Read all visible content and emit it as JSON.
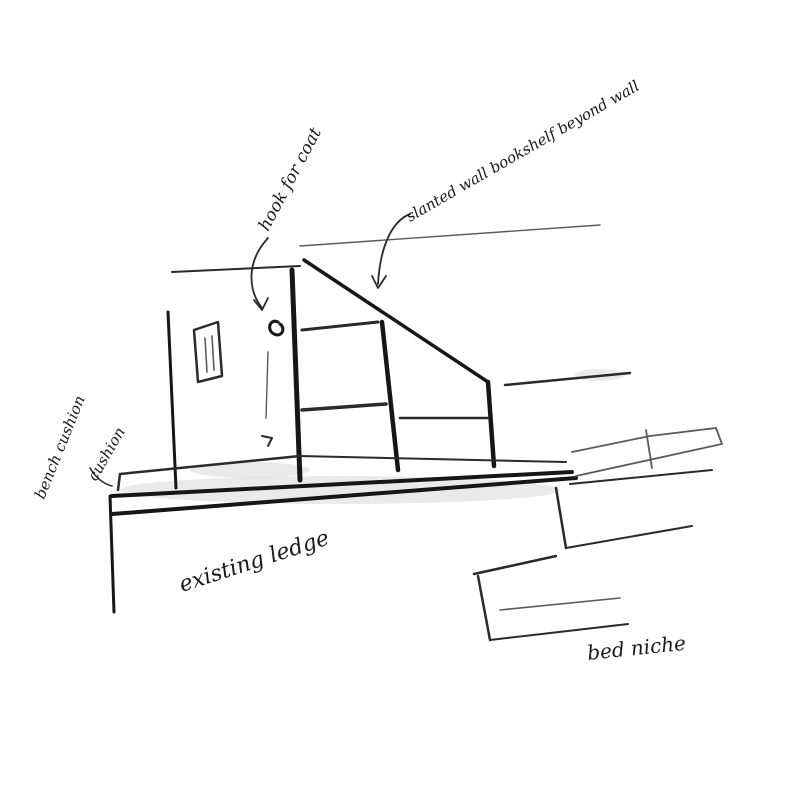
{
  "annotations": {
    "hook": "hook for coat",
    "slanted": "slanted wall bookshelf beyond wall",
    "bench": "bench cushion",
    "cushion": "cushion",
    "ledge": "existing ledge",
    "bed": "bed niche"
  },
  "colors": {
    "paper": "#ffffff",
    "charcoal": "#161616",
    "graphite": "#5a5a5a"
  }
}
